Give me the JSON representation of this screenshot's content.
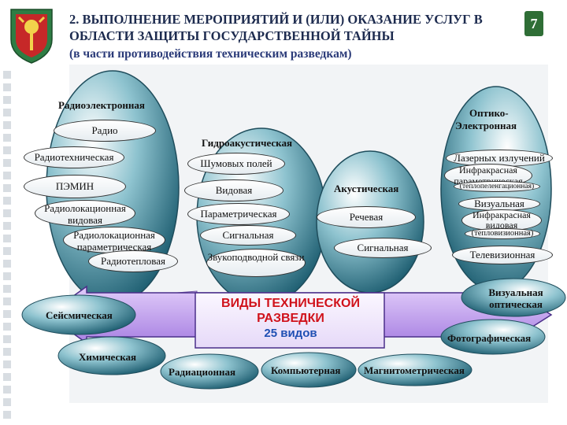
{
  "slide": {
    "title": "2. ВЫПОЛНЕНИЕ МЕРОПРИЯТИЙ И (ИЛИ) ОКАЗАНИЕ УСЛУГ В ОБЛАСТИ ЗАЩИТЫ ГОСУДАРСТВЕННОЙ ТАЙНЫ",
    "title_line1": "2. ВЫПОЛНЕНИЕ МЕРОПРИЯТИЙ И (ИЛИ) ОКАЗАНИЕ УСЛУГ В",
    "title_line2": "ОБЛАСТИ ЗАЩИТЫ ГОСУДАРСТВЕННОЙ ТАЙНЫ",
    "subtitle": "(в части противодействия техническим разведкам)",
    "number": "7"
  },
  "center": {
    "line1": "ВИДЫ ТЕХНИЧЕСКОЙ",
    "line2": "РАЗВЕДКИ",
    "count": "25 видов"
  },
  "groups": {
    "radio_electronic": {
      "title": "Радиоэлектронная",
      "radio": "Радио",
      "items": [
        "Радиотехническая",
        "ПЭМИН",
        "Радиолокационная видовая",
        "Радиолокационная параметрическая",
        "Радиотепловая"
      ]
    },
    "hydroacoustic": {
      "title": "Гидроакустическая",
      "items": [
        "Шумовых полей",
        "Видовая",
        "Параметрическая",
        "Сигнальная",
        "Звукоподводной связи"
      ]
    },
    "acoustic": {
      "title": "Акустическая",
      "items": [
        "Речевая",
        "Сигнальная"
      ]
    },
    "optoelectronic": {
      "title_line1": "Оптико-",
      "title_line2": "Электронная",
      "items": [
        "Лазерных излучений",
        "Инфракрасная параметрическая",
        "(теплопеленгационная)",
        "Визуальная",
        "Инфракрасная видовая",
        "(тепловизионная)",
        "Телевизионная"
      ]
    },
    "bottom": [
      "Сейсмическая",
      "Химическая",
      "Радиационная",
      "Компьютерная",
      "Магнитометрическая",
      "Визуальная оптическая",
      "Фотографическая"
    ]
  },
  "colors": {
    "title": "#1d2b4f",
    "center_title": "#d0121b",
    "center_count": "#1f4fb3",
    "arrow": "#c9a8f0",
    "group_fill": "#2b6f83",
    "slide_num": "#2f6e36"
  }
}
